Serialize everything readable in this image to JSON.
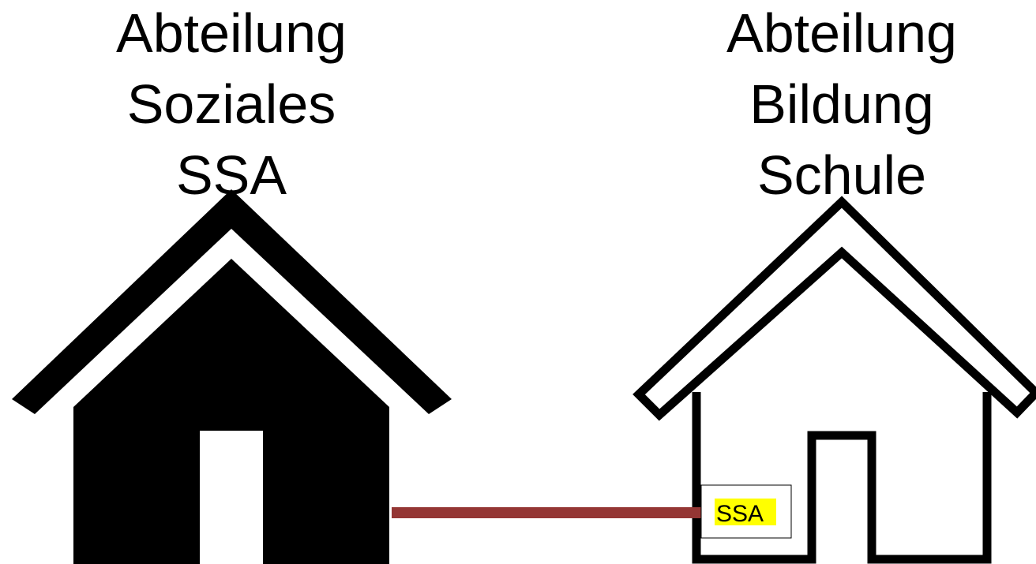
{
  "left_house": {
    "title_lines": [
      "Abteilung",
      "Soziales",
      "SSA"
    ],
    "style": "filled",
    "color": "#000000"
  },
  "right_house": {
    "title_lines": [
      "Abteilung",
      "Bildung",
      "Schule"
    ],
    "style": "outline",
    "color": "#000000",
    "inner_label": "SSA",
    "inner_label_highlight": "#ffff00"
  },
  "connector": {
    "color": "#943634"
  }
}
